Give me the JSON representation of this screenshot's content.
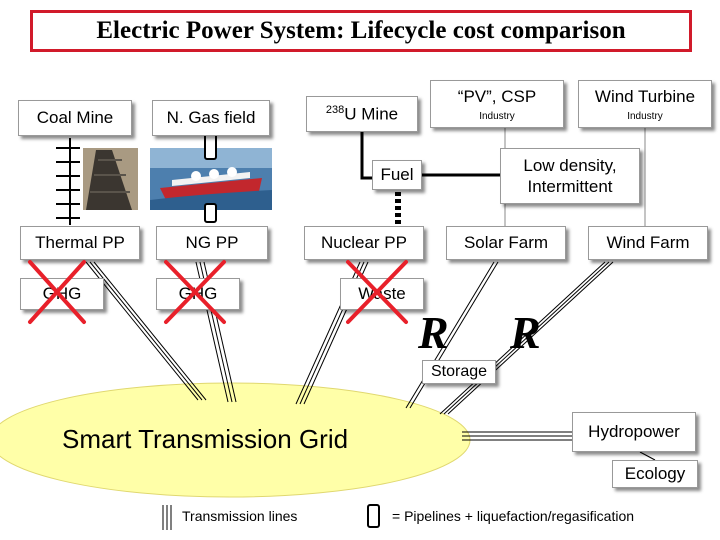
{
  "title": "Electric Power System: Lifecycle cost comparison",
  "sources": {
    "coal_mine": "Coal Mine",
    "gas_field": "N. Gas field",
    "uranium_sup": "238",
    "uranium_rest": "U Mine",
    "pv_csp": "“PV”, CSP",
    "pv_industry": "Industry",
    "wind_turbine": "Wind Turbine",
    "wind_industry": "Industry"
  },
  "middle": {
    "fuel": "Fuel",
    "low_density": "Low density,\nIntermittent"
  },
  "plants": {
    "thermal": "Thermal PP",
    "ng": "NG PP",
    "nuclear": "Nuclear PP",
    "solar": "Solar Farm",
    "wind": "Wind Farm"
  },
  "byproducts": {
    "ghg_thermal": "GHG",
    "ghg_ng": "GHG",
    "waste": "Waste"
  },
  "storage": "Storage",
  "grid": "Smart Transmission Grid",
  "hydropower": "Hydropower",
  "ecology": "Ecology",
  "legend": {
    "transmission": "Transmission lines",
    "pipelines": "= Pipelines + liquefaction/regasification"
  },
  "colors": {
    "title_border": "#d11a2a",
    "cross": "#e8202a",
    "grid_fill": "#ffffa8",
    "sun_yellow": "#ffff00"
  }
}
